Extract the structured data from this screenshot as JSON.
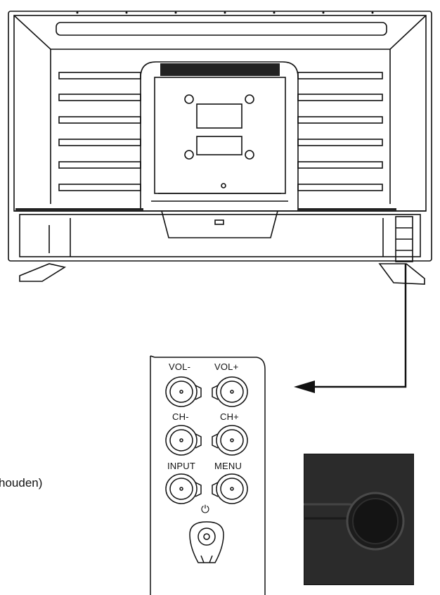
{
  "control_panel": {
    "buttons": [
      {
        "label": "VOL-"
      },
      {
        "label": "VOL+"
      },
      {
        "label": "CH-"
      },
      {
        "label": "CH+"
      },
      {
        "label": "INPUT"
      },
      {
        "label": "MENU"
      }
    ],
    "power_symbol": "⏻"
  },
  "side_text": "houden)"
}
